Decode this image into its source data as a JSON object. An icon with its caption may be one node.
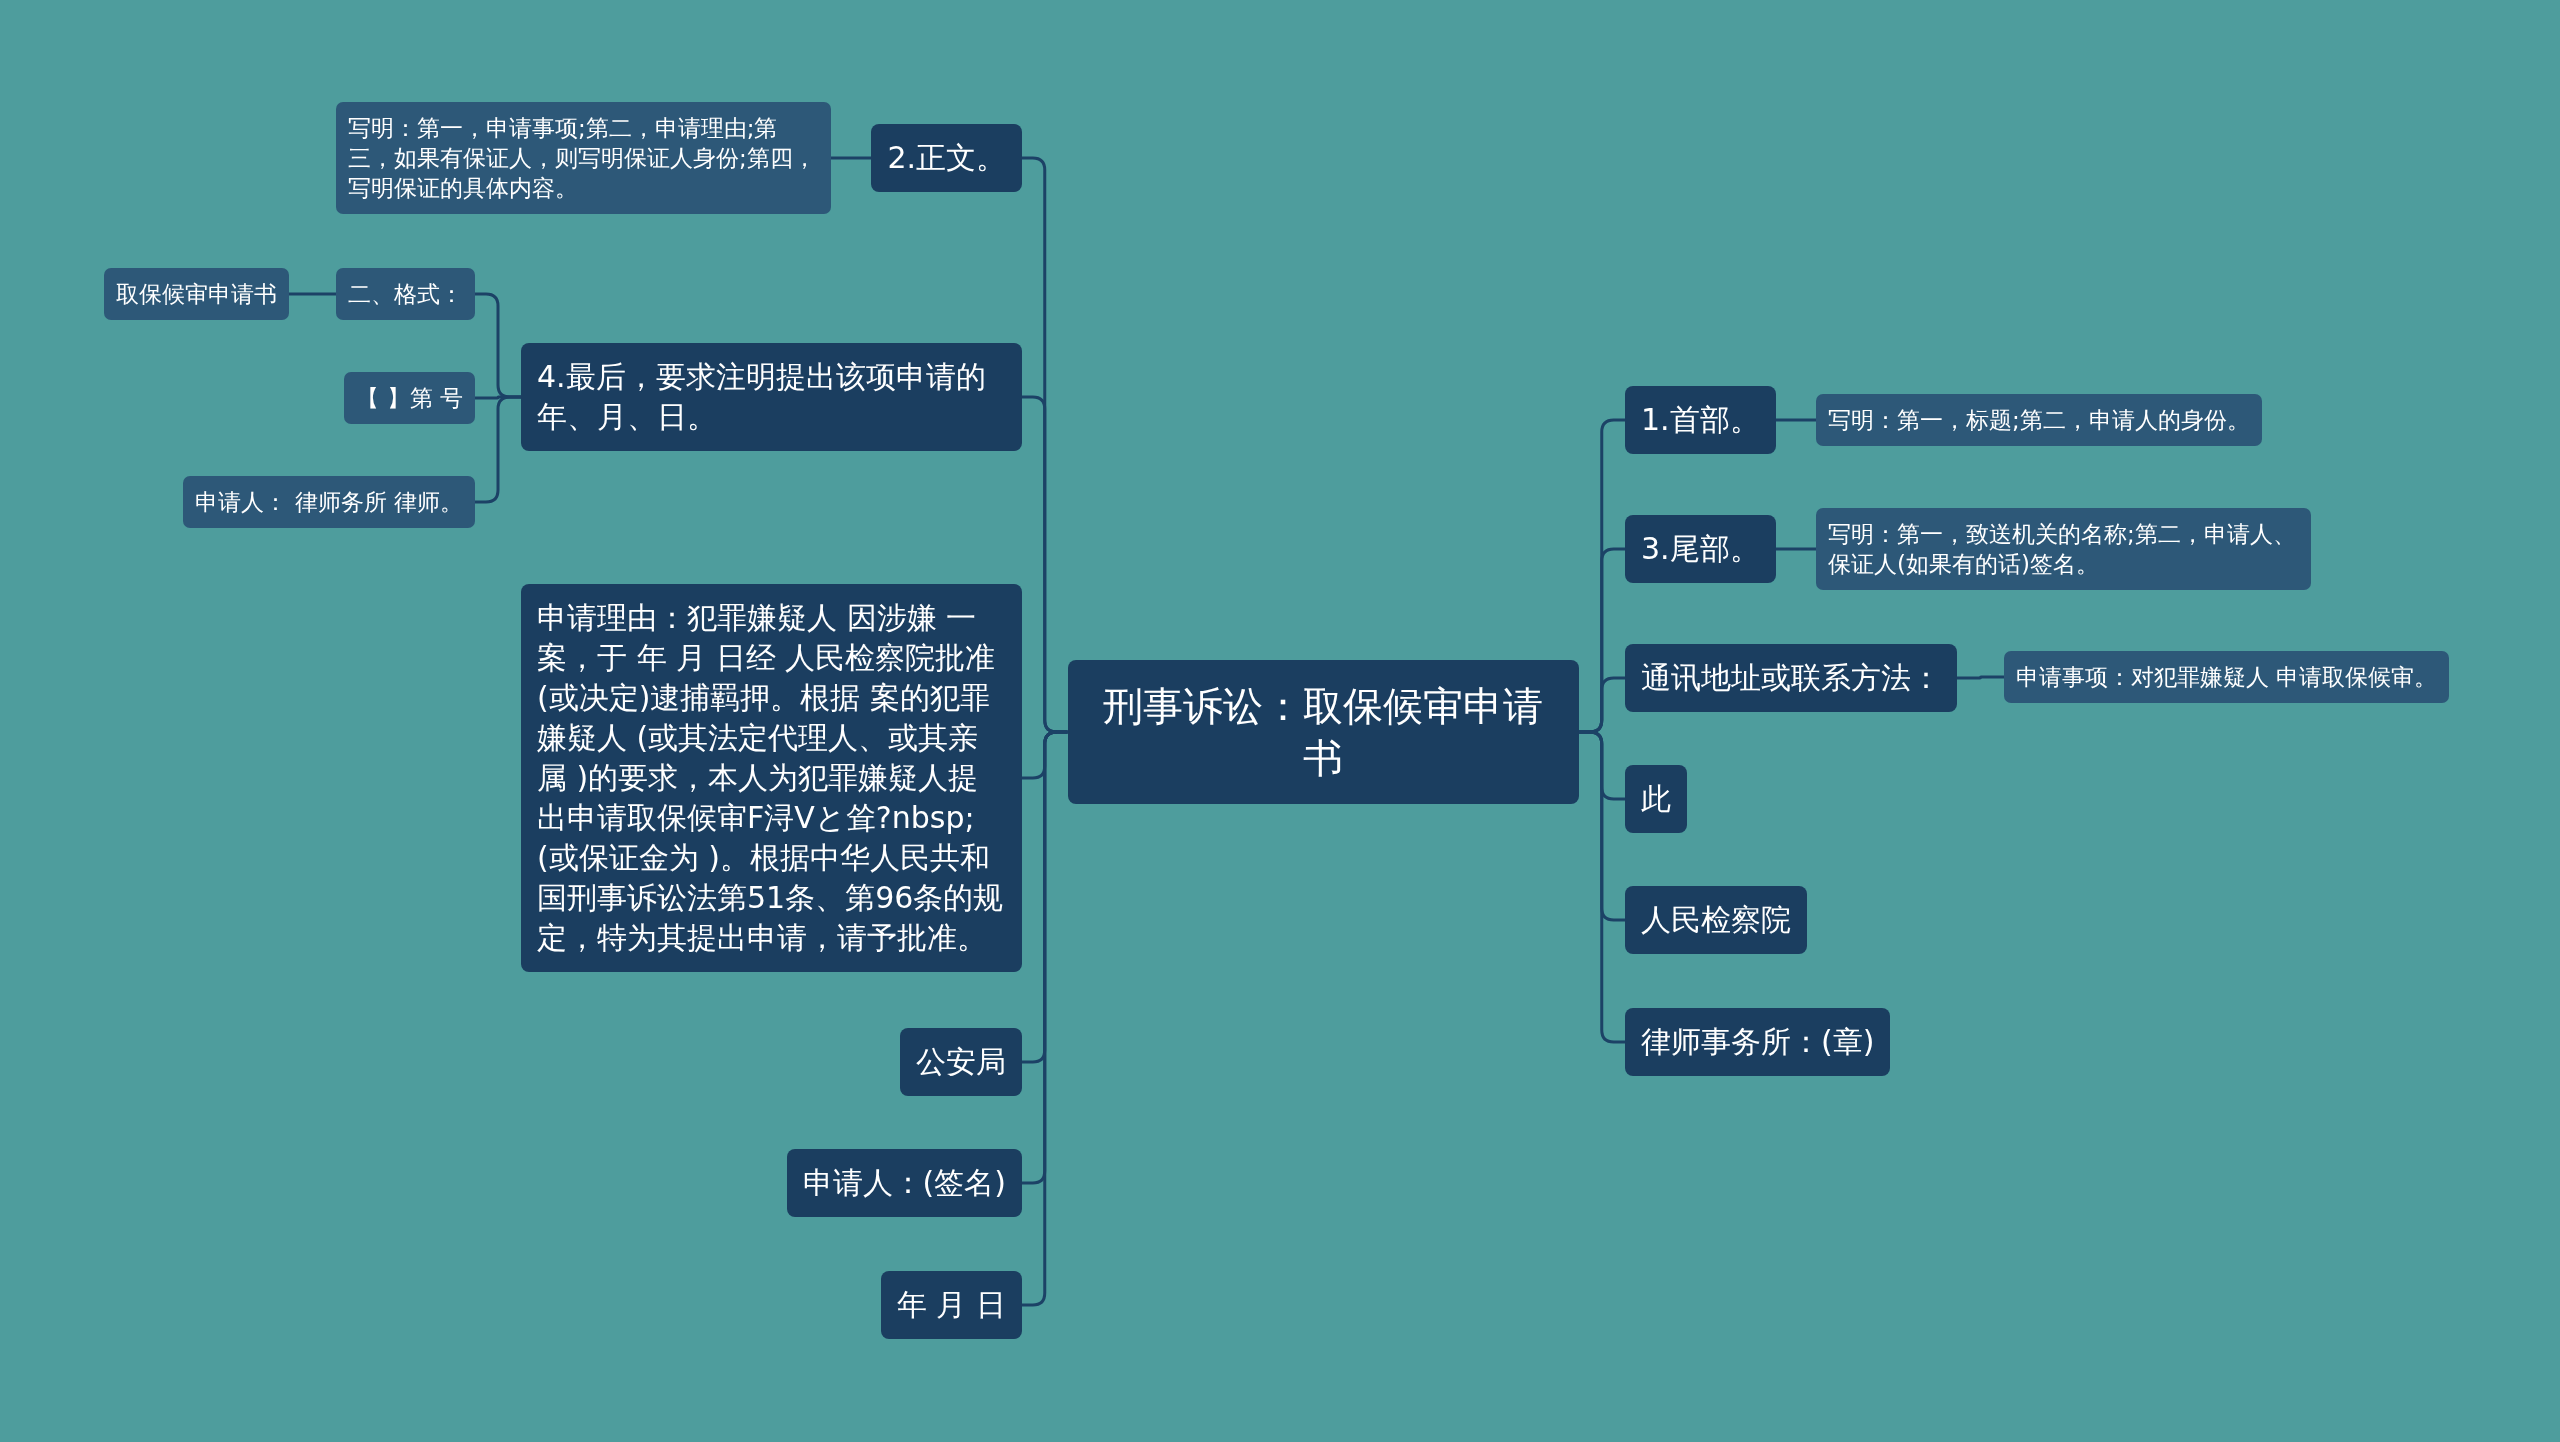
{
  "diagram": {
    "nodes": [
      {
        "text": [
          "刑事诉讼：取保候审申请书"
        ]
      },
      {
        "text": [
          "2.正文。"
        ]
      },
      {
        "text": [
          "写明：第一，申请事项;第二，申请理由;第三，如果有保证人，则写明保证人身份;第四，写明保证的具体内容。"
        ]
      },
      {
        "text": [
          "4.最后，要求注明提出该项申请的年、月、日。"
        ]
      },
      {
        "text": [
          "二、格式："
        ]
      },
      {
        "text": [
          "取保候审申请书"
        ]
      },
      {
        "text": [
          "【 】第 号"
        ]
      },
      {
        "text": [
          "申请人： 律师务所 律师。"
        ]
      },
      {
        "text": [
          "申请理由：犯罪嫌疑人 因涉嫌 一案，于 年 月 日经 人民检察院批准(或决定)逮捕羁押。根据 案的犯罪嫌疑人 (或其法定代理人、或其亲属 )的要求，本人为犯罪嫌疑人提出申请取保候审F浔Vと耸?nbsp;(或保证金为 )。根据中华人民共和国刑事诉讼法第51条、第96条的规定，特为其提出申请，请予批准。"
        ]
      },
      {
        "text": [
          "公安局"
        ]
      },
      {
        "text": [
          "申请人：(签名)"
        ]
      },
      {
        "text": [
          "年 月 日"
        ]
      },
      {
        "text": [
          "1.首部。"
        ]
      },
      {
        "text": [
          "写明：第一，标题;第二，申请人的身份。"
        ]
      },
      {
        "text": [
          "3.尾部。"
        ]
      },
      {
        "text": [
          "写明：第一，致送机关的名称;第二，申请人、保证人(如果有的话)签名。"
        ]
      },
      {
        "text": [
          "通讯地址或联系方法："
        ]
      },
      {
        "text": [
          "申请事项：对犯罪嫌疑人 申请取保候审。"
        ]
      },
      {
        "text": [
          "此"
        ]
      },
      {
        "text": [
          "人民检察院"
        ]
      },
      {
        "text": [
          "律师事务所：(章)"
        ]
      }
    ],
    "edges": [
      {
        "from": 0,
        "to": 1,
        "arrow": "none"
      },
      {
        "from": 1,
        "to": 2,
        "arrow": "none"
      },
      {
        "from": 0,
        "to": 3,
        "arrow": "none"
      },
      {
        "from": 3,
        "to": 4,
        "arrow": "none"
      },
      {
        "from": 4,
        "to": 5,
        "arrow": "none"
      },
      {
        "from": 3,
        "to": 6,
        "arrow": "none"
      },
      {
        "from": 3,
        "to": 7,
        "arrow": "none"
      },
      {
        "from": 0,
        "to": 8,
        "arrow": "none"
      },
      {
        "from": 0,
        "to": 9,
        "arrow": "none"
      },
      {
        "from": 0,
        "to": 10,
        "arrow": "none"
      },
      {
        "from": 0,
        "to": 11,
        "arrow": "none"
      },
      {
        "from": 0,
        "to": 12,
        "arrow": "none"
      },
      {
        "from": 12,
        "to": 13,
        "arrow": "none"
      },
      {
        "from": 0,
        "to": 14,
        "arrow": "none"
      },
      {
        "from": 14,
        "to": 15,
        "arrow": "none"
      },
      {
        "from": 0,
        "to": 16,
        "arrow": "none"
      },
      {
        "from": 16,
        "to": 17,
        "arrow": "none"
      },
      {
        "from": 0,
        "to": 18,
        "arrow": "none"
      },
      {
        "from": 0,
        "to": 19,
        "arrow": "none"
      },
      {
        "from": 0,
        "to": 20,
        "arrow": "none"
      }
    ]
  }
}
